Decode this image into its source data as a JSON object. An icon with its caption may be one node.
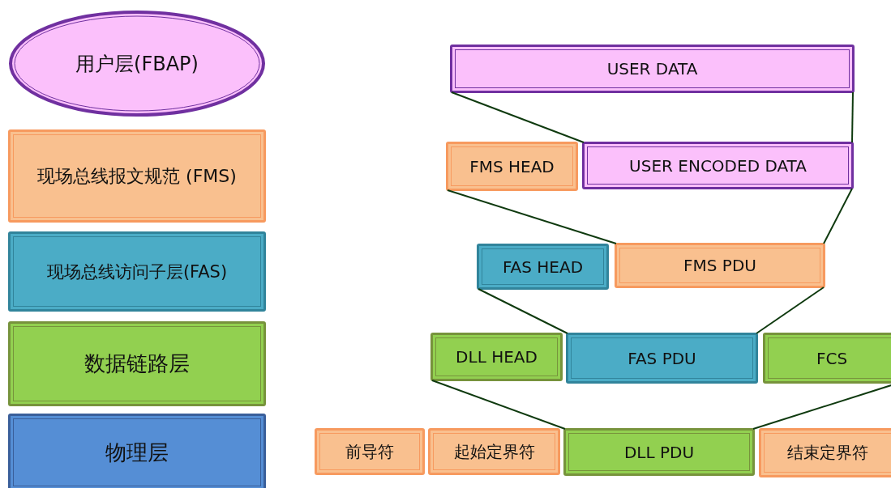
{
  "diagram": {
    "nodes": [
      {
        "text": [
          "用户层(FBAP)"
        ]
      },
      {
        "text": [
          "现场总线报文规范 (FMS)"
        ]
      },
      {
        "text": [
          "现场总线访问子层(FAS)"
        ]
      },
      {
        "text": [
          "数据链路层"
        ]
      },
      {
        "text": [
          "物理层"
        ]
      },
      {
        "text": [
          "USER DATA"
        ]
      },
      {
        "text": [
          "FMS HEAD"
        ]
      },
      {
        "text": [
          "USER ENCODED DATA"
        ]
      },
      {
        "text": [
          "FAS HEAD"
        ]
      },
      {
        "text": [
          "FMS PDU"
        ]
      },
      {
        "text": [
          "DLL HEAD"
        ]
      },
      {
        "text": [
          "FAS PDU"
        ]
      },
      {
        "text": [
          "FCS"
        ]
      },
      {
        "text": [
          "前导符"
        ]
      },
      {
        "text": [
          "起始定界符"
        ]
      },
      {
        "text": [
          "DLL PDU"
        ]
      },
      {
        "text": [
          "结束定界符"
        ]
      }
    ],
    "edges": [
      {
        "from": 5,
        "to": 7,
        "arrow": "none"
      },
      {
        "from": 5,
        "to": 7,
        "arrow": "none"
      },
      {
        "from": 6,
        "to": 9,
        "arrow": "none"
      },
      {
        "from": 7,
        "to": 9,
        "arrow": "none"
      },
      {
        "from": 8,
        "to": 11,
        "arrow": "none"
      },
      {
        "from": 9,
        "to": 11,
        "arrow": "none"
      },
      {
        "from": 10,
        "to": 15,
        "arrow": "none"
      },
      {
        "from": 12,
        "to": 15,
        "arrow": "none"
      }
    ]
  }
}
